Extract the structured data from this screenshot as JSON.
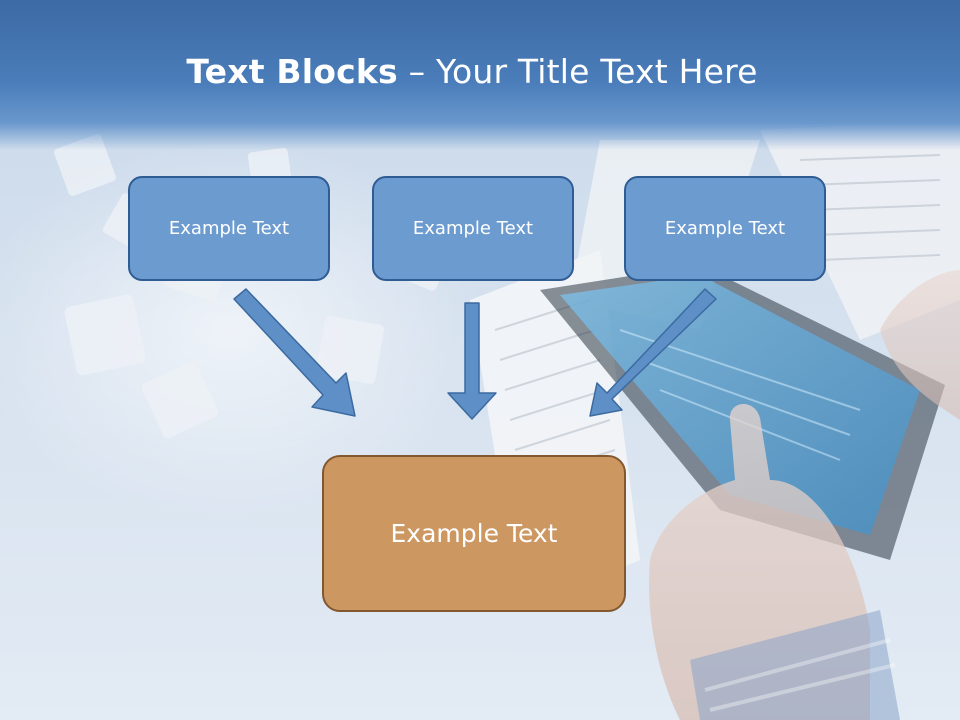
{
  "slide": {
    "title_bold": "Text Blocks",
    "title_separator": " – ",
    "title_rest": "Your Title Text Here"
  },
  "blocks": {
    "top_left": "Example Text",
    "top_center": "Example Text",
    "top_right": "Example Text",
    "bottom": "Example Text"
  },
  "colors": {
    "header": "#4a7dba",
    "block_fill": "#6c9bd0",
    "block_border": "#2f5d93",
    "bottom_fill": "#cd9762",
    "bottom_border": "#82592f",
    "arrow_fill": "#5f8fc7"
  }
}
